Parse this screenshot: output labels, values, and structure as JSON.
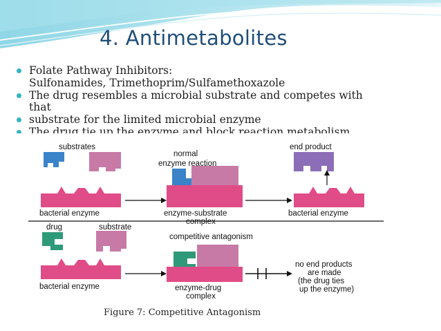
{
  "slide": {
    "title": "4. Antimetabolites",
    "bullets": [
      {
        "text": "Folate Pathway Inhibitors:",
        "bullet": true
      },
      {
        "text": "Sulfonamides, Trimethoprim/Sulfamethoxazole",
        "bullet": false
      },
      {
        "text": "The drug resembles a microbial substrate and competes with that",
        "bullet": true
      },
      {
        "text": "substrate for the limited microbial enzyme",
        "bullet": true
      },
      {
        "text": "The drug tie up the enzyme and block reaction metabolism",
        "bullet": true
      }
    ],
    "caption": "Figure 7: Competitive Antagonism",
    "accent_color": "#35b3c8",
    "title_color": "#1f4e79"
  },
  "figure": {
    "labels": {
      "substrates": "substrates",
      "end_product": "end product",
      "normal_1": "normal",
      "normal_2": "enzyme reaction",
      "bacterial_enzyme_1": "bacterial enzyme",
      "enzyme_substrate_1": "enzyme-substrate",
      "enzyme_substrate_2": "complex",
      "bacterial_enzyme_2": "bacterial enzyme",
      "drug": "drug",
      "substrate": "substrate",
      "competitive": "competitive antagonism",
      "bacterial_enzyme_3": "bacterial enzyme",
      "enzyme_drug_1": "enzyme-drug",
      "enzyme_drug_2": "complex",
      "no_end_1": "no end products",
      "no_end_2": "are made",
      "no_end_3": "(the drug ties",
      "no_end_4": "up the enzyme)"
    },
    "colors": {
      "enzyme": "#e04c87",
      "substrate": "#c87aa6",
      "blue_substrate": "#3a83c9",
      "drug": "#2e9a7a",
      "product": "#8c6db8"
    }
  }
}
